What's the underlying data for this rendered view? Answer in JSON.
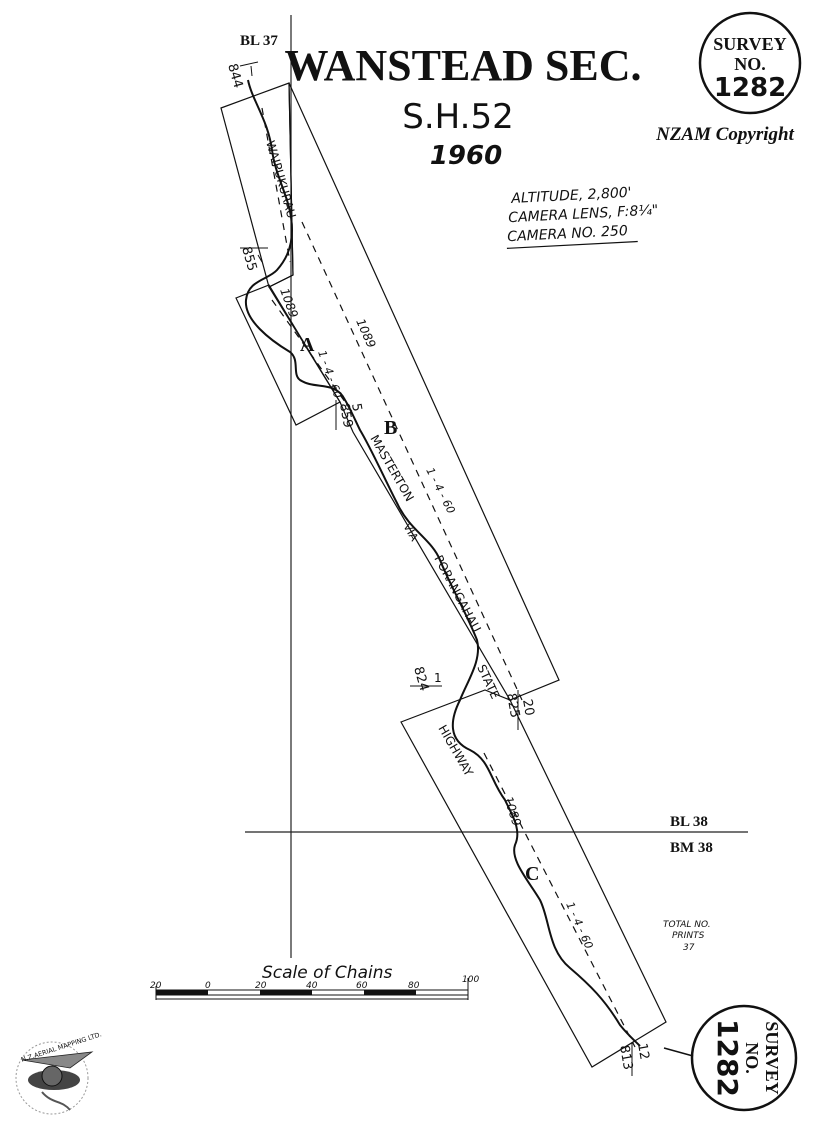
{
  "title": {
    "line1": "WANSTEAD SEC.",
    "line2": "S.H.52",
    "year": "1960"
  },
  "copyright": "NZAM Copyright",
  "survey_stamp": {
    "label1": "SURVEY",
    "label2": "NO.",
    "number": "1282"
  },
  "flight_info": {
    "altitude": "ALTITUDE, 2,800'",
    "lens": "CAMERA LENS, F:8¼\"",
    "camera": "CAMERA NO. 250"
  },
  "grid_labels": {
    "bl37": "BL 37",
    "bl38": "BL 38",
    "bm38": "BM 38"
  },
  "route_labels": {
    "waipukurau": "WAIPUKURAU",
    "masterton": "MASTERTON",
    "via": "VIA",
    "porangahau": "PORANGAHAU",
    "state": "STATE",
    "highway": "HIGHWAY"
  },
  "runs": {
    "a": {
      "letter": "A",
      "run": "1089",
      "scale": "1 - 4 - 60"
    },
    "b": {
      "letter": "B",
      "run": "1089",
      "scale": "1 - 4 - 60"
    },
    "c": {
      "letter": "C",
      "run": "1089",
      "scale": "1 - 4 - 60"
    }
  },
  "frame_numbers": {
    "f844": "844",
    "f855": "855",
    "f859": "859",
    "f5": "5",
    "f824": "824",
    "f825": "825",
    "f20": "20",
    "f813": "813",
    "f12": "12",
    "tick1": "1"
  },
  "total_prints": {
    "line1": "TOTAL NO.",
    "line2": "PRINTS",
    "count": "37"
  },
  "scale_bar": {
    "title": "Scale of Chains",
    "ticks": [
      "20",
      "0",
      "20",
      "40",
      "60",
      "80",
      "100"
    ]
  },
  "logo": {
    "text": "N.Z.AERIAL MAPPING LTD."
  }
}
